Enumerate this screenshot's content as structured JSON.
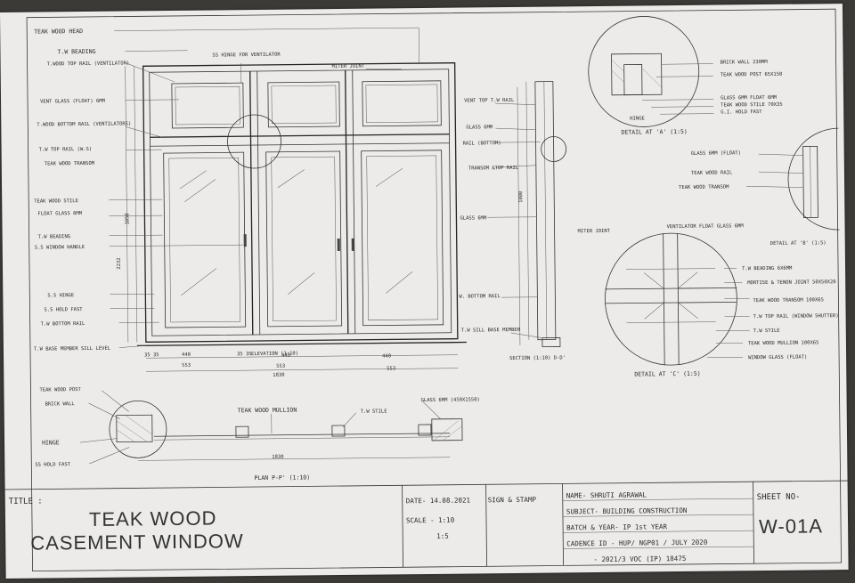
{
  "title_block": {
    "title_label": "TITLE :",
    "title_line1": "TEAK WOOD",
    "title_line2": "CASEMENT WINDOW",
    "date": "DATE- 14.08.2021",
    "scale": "SCALE - 1:10",
    "scale2": "1:5",
    "sign": "SIGN & STAMP",
    "name": "NAME- SHRUTI AGRAWAL",
    "subject": "SUBJECT- BUILDING CONSTRUCTION",
    "batch": "BATCH & YEAR- IP 1st YEAR",
    "cadence": "CADENCE ID - HUP/ NGP01 / JULY 2020",
    "code": "- 2021/3 VOC (IP) 18475",
    "sheet_label": "SHEET NO-",
    "sheet_no": "W-01A"
  },
  "elevation_labels": {
    "teak_wood_head": "TEAK WOOD HEAD",
    "tw_beading": "T.W BEADING",
    "top_rail": "T.WOOD TOP RAIL (VENTILATOR)",
    "vent_glass": "VENT GLASS (FLOAT) 6MM",
    "bottom_rail_vent": "T.WOOD BOTTOM RAIL (VENTILATORS)",
    "tw_top_rail": "T.W TOP RAIL (W.S)",
    "transom": "TEAK WOOD TRANSOM",
    "stile": "TEAK WOOD STILE",
    "float_glass": "FLOAT GLASS 6MM",
    "tw_beading2": "T.W BEADING",
    "ss_handle": "S.S WINDOW HANDLE",
    "ss_hinge": "S.S HINGE",
    "ss_hold_fast": "S.S HOLD FAST",
    "tw_bottom_rail": "T.W BOTTOM RAIL",
    "tw_base_member": "T.W BASE MEMBER SILL LEVEL",
    "ss_hinge_vent": "SS HINGE FOR VENTILATOR",
    "miter_joint": "MITER JOINT",
    "vent_top_rail": "VENT TOP T.W RAIL",
    "glass_6mm": "GLASS 6MM",
    "rail_bottom": "RAIL (BOTTOM)",
    "transom_top_rail": "TRANSOM &TOP RAIL",
    "glass_6mm_b": "GLASS 6MM",
    "w_bottom_rail": "W. BOTTOM RAIL",
    "tw_sill_base": "T.W SILL BASE MEMBER",
    "elevation": "ELEVATION (1:10)",
    "section": "SECTION (1:10) D-D'"
  },
  "dimensions": {
    "d1": "35 35",
    "d2": "440",
    "d3": "553",
    "d4": "35 35",
    "d5": "440",
    "d6": "553",
    "d7": "1830",
    "d8": "440",
    "d9": "553",
    "d10": "1850",
    "d11": "2232",
    "d12": "1000",
    "d13": "1830"
  },
  "plan_labels": {
    "post": "TEAK WOOD POST",
    "brick_wall": "BRICK WALL",
    "hinge": "HINGE",
    "hold_fast": "SS HOLD FAST",
    "mullion": "TEAK WOOD MULLION",
    "tw_stile": "T.W STILE",
    "glass": "GLASS 6MM (450X1550)",
    "plan_title": "PLAN P-P' (1:10)",
    "plan_dim": "1830"
  },
  "detail_a": {
    "brick_wall": "BRICK WALL 230MM",
    "post": "TEAK WOOD POST 65X150",
    "glass": "GLASS 6MM FLOAT 6MM",
    "stile": "TEAK WOOD STILE 70X35",
    "hold_fast": "G.I. HOLD FAST",
    "hinge": "HINGE",
    "title": "DETAIL AT 'A' (1:5)"
  },
  "detail_b": {
    "glass": "GLASS 6MM (FLOAT)",
    "rail": "TEAK WOOD RAIL",
    "transom": "TEAK WOOD TRANSOM",
    "title": "DETAIL AT 'B' (1:5)"
  },
  "detail_c": {
    "miter": "MITER JOINT",
    "vent_glass": "VENTILATOR FLOAT GLASS 6MM",
    "beading": "T.W BEADING 6X6MM",
    "mortise": "MORTISE & TENON JOINT 50X50X20",
    "transom": "TEAK WOOD TRANSOM 100X65",
    "top_rail": "T.W TOP RAIL (WINDOW SHUTTER)",
    "stile": "T.W STILE",
    "mullion": "TEAK WOOD MULLION 100X65",
    "window_glass": "WINDOW GLASS (FLOAT)",
    "title": "DETAIL AT 'C' (1:5)"
  },
  "colors": {
    "paper": "#ecebea",
    "ink": "#333333",
    "background": "#3b3a37"
  }
}
